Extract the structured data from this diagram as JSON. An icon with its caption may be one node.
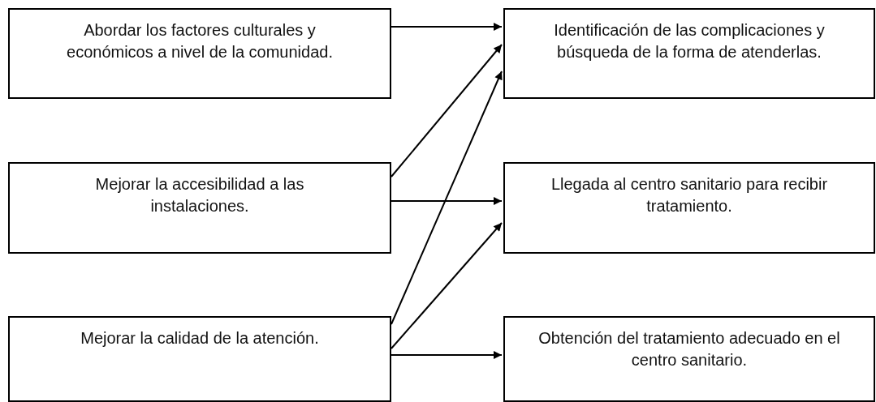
{
  "diagram": {
    "nodes": [
      {
        "text": [
          "Abordar los factores culturales y económicos a nivel de la comunidad."
        ]
      },
      {
        "text": [
          "Mejorar la accesibilidad a las instalaciones."
        ]
      },
      {
        "text": [
          "Mejorar la calidad de la atención."
        ]
      },
      {
        "text": [
          "Identificación de las complicaciones y búsqueda de la forma de atenderlas."
        ]
      },
      {
        "text": [
          "Llegada al centro sanitario para recibir tratamiento."
        ]
      },
      {
        "text": [
          "Obtención del tratamiento adecuado en el centro sanitario."
        ]
      }
    ],
    "edges": [
      {
        "from": 0,
        "to": 3,
        "arrow": "to"
      },
      {
        "from": 1,
        "to": 3,
        "arrow": "to"
      },
      {
        "from": 1,
        "to": 4,
        "arrow": "to"
      },
      {
        "from": 2,
        "to": 3,
        "arrow": "to"
      },
      {
        "from": 2,
        "to": 4,
        "arrow": "to"
      },
      {
        "from": 2,
        "to": 5,
        "arrow": "to"
      }
    ]
  }
}
